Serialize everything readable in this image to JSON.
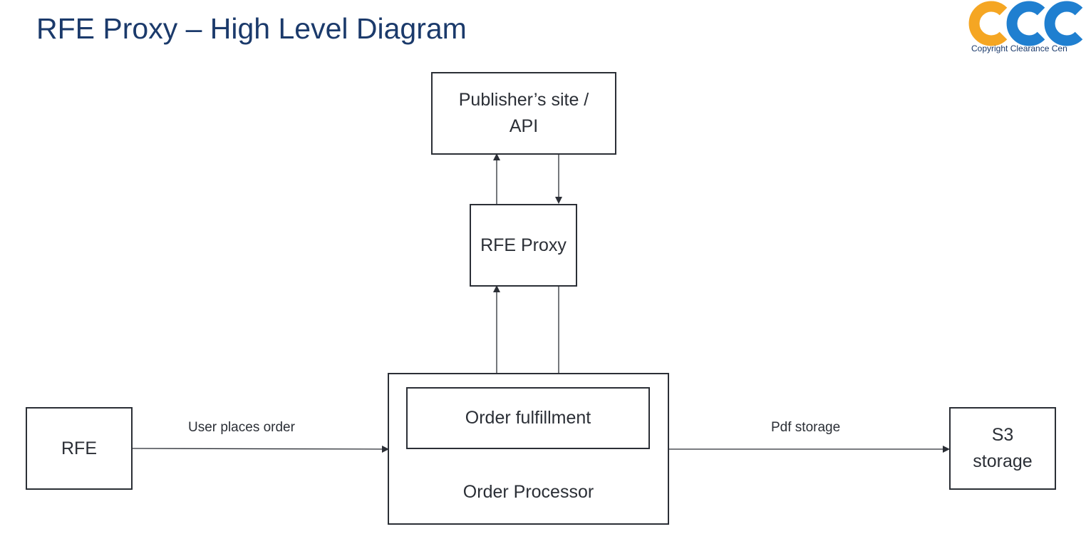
{
  "title": "RFE Proxy – High Level Diagram",
  "logo": {
    "text": "CCC",
    "caption": "Copyright Clearance Cen",
    "colors": {
      "orange": "#f5a623",
      "blue": "#1f7fd0"
    }
  },
  "nodes": {
    "publisher": {
      "line1": "Publisher’s site /",
      "line2": "API"
    },
    "rfe_proxy": {
      "label": "RFE Proxy"
    },
    "rfe": {
      "label": "RFE"
    },
    "order_processor": {
      "label": "Order Processor"
    },
    "order_fulfillment": {
      "label": "Order fulfillment"
    },
    "s3": {
      "line1": "S3",
      "line2": "storage"
    }
  },
  "edges": {
    "user_places_order": {
      "label": "User places order"
    },
    "pdf_storage": {
      "label": "Pdf storage"
    }
  },
  "colors": {
    "title": "#1b3a6b",
    "stroke": "#2b2f36"
  }
}
